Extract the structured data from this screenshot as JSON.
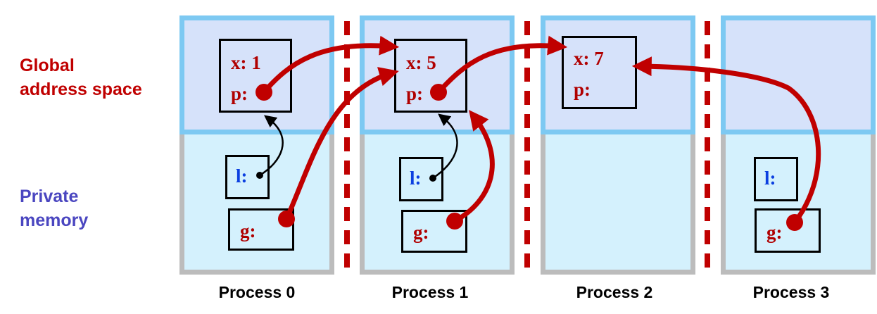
{
  "labels": {
    "global": [
      "Global",
      "address space"
    ],
    "private": [
      "Private",
      "memory"
    ]
  },
  "processes": [
    {
      "name": "Process 0",
      "shared": {
        "x_label": "x: 1",
        "p_label": "p:"
      },
      "private": {
        "l_label": "l:",
        "g_label": "g:"
      }
    },
    {
      "name": "Process 1",
      "shared": {
        "x_label": "x: 5",
        "p_label": "p:"
      },
      "private": {
        "l_label": "l:",
        "g_label": "g:"
      }
    },
    {
      "name": "Process 2",
      "shared": {
        "x_label": "x: 7",
        "p_label": "p:"
      },
      "private": {}
    },
    {
      "name": "Process 3",
      "shared": {},
      "private": {
        "l_label": "l:",
        "g_label": "g:"
      }
    }
  ],
  "pointers": [
    {
      "from": "process-0.p",
      "to": "process-1.shared",
      "kind": "global",
      "color": "#c00000"
    },
    {
      "from": "process-1.p",
      "to": "process-2.shared",
      "kind": "global",
      "color": "#c00000"
    },
    {
      "from": "process-0.g",
      "to": "process-1.shared",
      "kind": "global",
      "color": "#c00000"
    },
    {
      "from": "process-1.g",
      "to": "process-1.shared",
      "kind": "global",
      "color": "#c00000"
    },
    {
      "from": "process-3.g",
      "to": "process-2.shared",
      "kind": "global",
      "color": "#c00000"
    },
    {
      "from": "process-0.l",
      "to": "process-0.shared",
      "kind": "local",
      "color": "#000000"
    },
    {
      "from": "process-1.l",
      "to": "process-1.shared",
      "kind": "local",
      "color": "#000000"
    }
  ],
  "colors": {
    "global_region": "#d6e2fa",
    "global_border": "#7dc9f2",
    "private_region": "#d4f1fd",
    "private_border": "#bcbcbc",
    "divider": "#c00000",
    "global_label": "#c00000",
    "private_label": "#4a46c0",
    "value_text": "#b00000",
    "local_text": "#0b3fe0"
  }
}
